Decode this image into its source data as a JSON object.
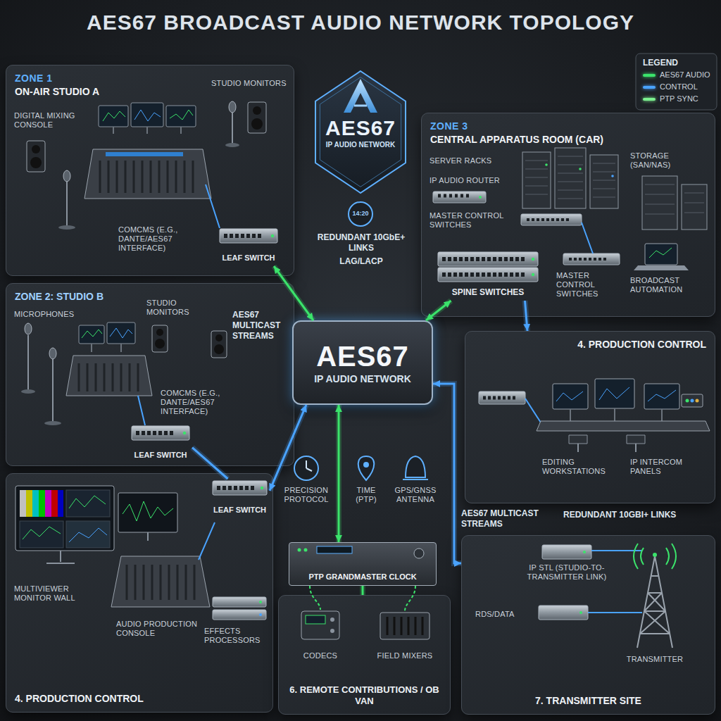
{
  "diagram": {
    "title": "AES67 BROADCAST AUDIO NETWORK TOPOLOGY",
    "nodes": [
      {
        "text": [
          "AES67",
          "IP AUDIO NETWORK"
        ]
      },
      {
        "text": [
          "ZONE 1",
          "ON-AIR STUDIO A"
        ]
      },
      {
        "text": [
          "LEAF SWITCH"
        ],
        "in": 1
      },
      {
        "text": [
          "ZONE 3",
          "CENTRAL APPARATUS ROOM (CAR)"
        ]
      },
      {
        "text": [
          "SPINE SWITCHES"
        ],
        "in": 3
      },
      {
        "text": [
          "ZONE 2: STUDIO B"
        ]
      },
      {
        "text": [
          "LEAF SWITCH"
        ],
        "in": 5
      },
      {
        "text": [
          "AES67",
          "IP AUDIO NETWORK"
        ]
      },
      {
        "text": [
          "4. PRODUCTION CONTROL"
        ]
      },
      {
        "text": [
          "4. PRODUCTION CONTROL"
        ]
      },
      {
        "text": [
          "LEAF SWITCH"
        ],
        "in": 9
      },
      {
        "text": [
          "PTP GRANDMASTER CLOCK"
        ]
      },
      {
        "text": [
          "6. REMOTE CONTRIBUTIONS / OB VAN"
        ]
      },
      {
        "text": [
          "7. TRANSMITTER SITE"
        ]
      }
    ],
    "edges": [
      {
        "from": 2,
        "to": 7,
        "arrow": "both"
      },
      {
        "from": 7,
        "to": 4,
        "arrow": "both"
      },
      {
        "from": 6,
        "to": 10,
        "arrow": "none"
      },
      {
        "from": 10,
        "to": 7,
        "arrow": "both"
      },
      {
        "from": 4,
        "to": 8,
        "arrow": "to"
      },
      {
        "from": 7,
        "to": 11,
        "arrow": "both"
      },
      {
        "from": 11,
        "to": 12,
        "arrow": "none"
      },
      {
        "from": 7,
        "to": 13,
        "arrow": "both"
      }
    ],
    "labels": [
      "DIGITAL MIXING CONSOLE",
      "STUDIO MONITORS",
      "COMCMS (E.G., DANTE/AES67 INTERFACE)",
      "MICROPHONES",
      "STUDIO MONITORS",
      "COMCMS (E.G., DANTE/AES67 INTERFACE)",
      "AES67 MULTICAST STREAMS",
      "14:20",
      "REDUNDANT 10GbE+ LINKS",
      "LAG/LACP",
      "SERVER RACKS",
      "IP AUDIO ROUTER",
      "STORAGE (SAN/NAS)",
      "MASTER CONTROL SWITCHES",
      "MASTER CONTROL SWITCHES",
      "BROADCAST AUTOMATION",
      "EDITING WORKSTATIONS",
      "IP INTERCOM PANELS",
      "MULTIVIEWER MONITOR WALL",
      "AUDIO PRODUCTION CONSOLE",
      "EFFECTS PROCESSORS",
      "PRECISION PROTOCOL",
      "TIME (PTP)",
      "GPS/GNSS ANTENNA",
      "AES67 MULTICAST STREAMS",
      "REDUNDANT 10GBI+ LINKS",
      "IP STL (STUDIO-TO-TRANSMITTER LINK)",
      "RDS/DATA",
      "TRANSMITTER",
      "CODECS",
      "FIELD MIXERS",
      "LEGEND"
    ],
    "legend": [
      {
        "text": "AES67 AUDIO",
        "color": "#3be36b"
      },
      {
        "text": "CONTROL",
        "color": "#4aa3ff"
      },
      {
        "text": "PTP SYNC",
        "color": "#7cf08f"
      }
    ]
  }
}
